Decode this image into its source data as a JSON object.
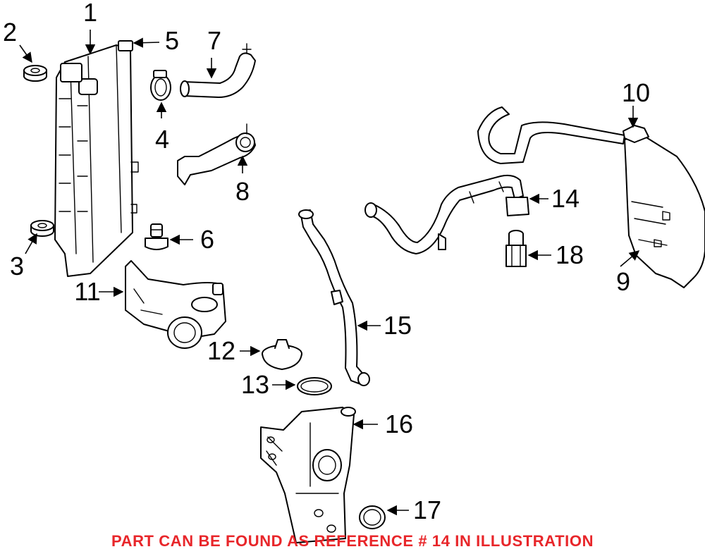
{
  "callouts": [
    "1",
    "2",
    "3",
    "4",
    "5",
    "6",
    "7",
    "8",
    "9",
    "10",
    "11",
    "12",
    "13",
    "14",
    "15",
    "16",
    "17",
    "18"
  ],
  "footer": {
    "text": "PART CAN BE FOUND AS REFERENCE # 14 IN ILLUSTRATION",
    "color": "#e8262a"
  }
}
